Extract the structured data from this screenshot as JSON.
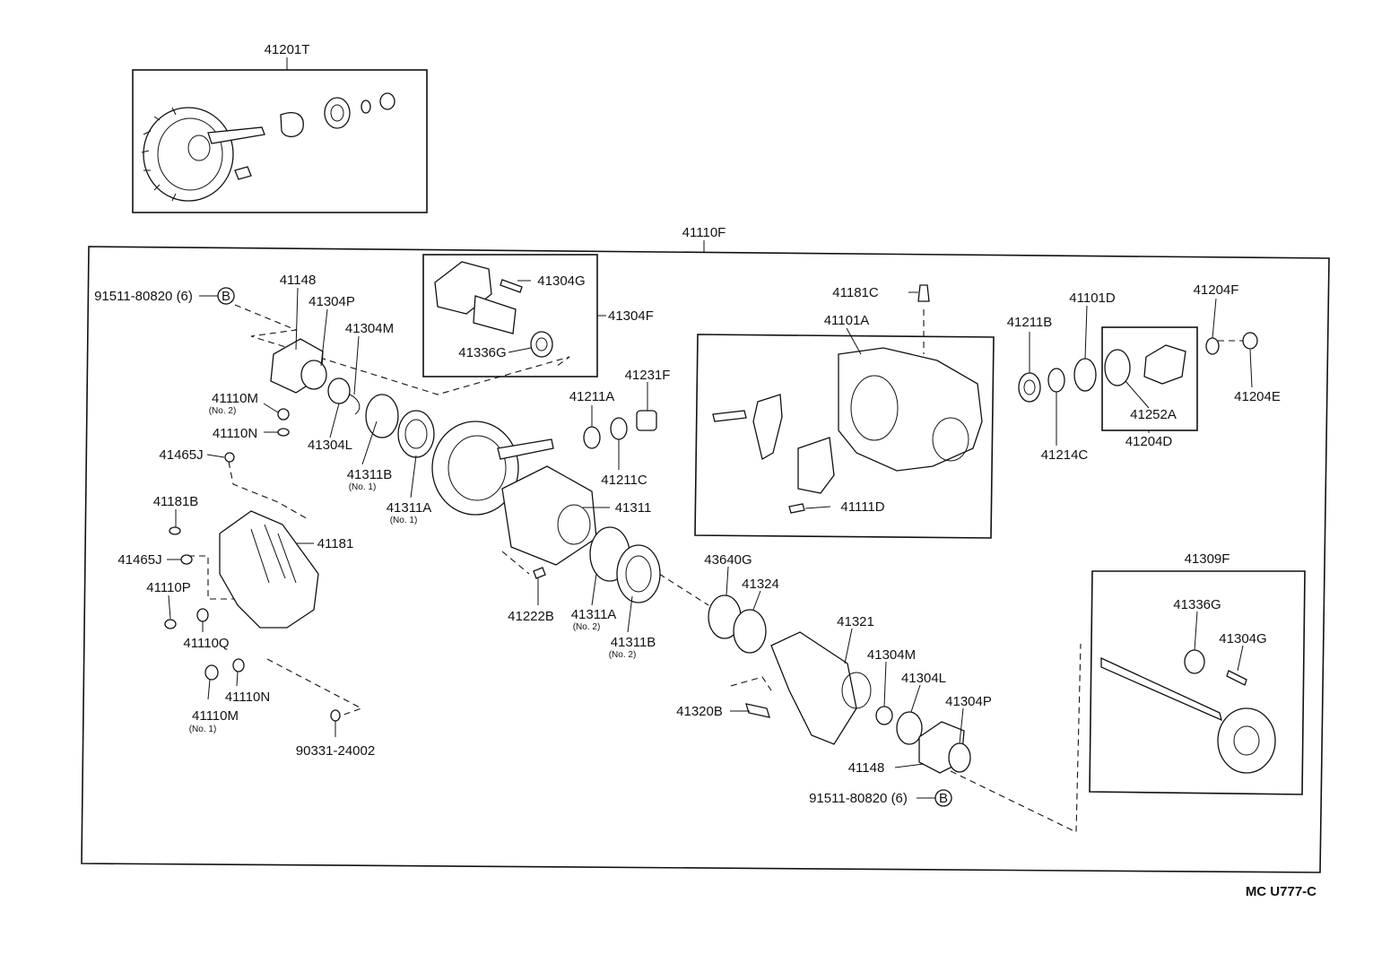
{
  "diagram": {
    "group_codes": {
      "ring_pinion": "41201T",
      "carrier_assembly": "41110F",
      "flange_set": "41304F",
      "housing_set": "41101A",
      "cap_set": "41204D",
      "shaft_set": "41309F"
    },
    "labels": {
      "p41148_top": "41148",
      "p41304P_top": "41304P",
      "p41304M_top": "41304M",
      "p41304L_top": "41304L",
      "p91511_top": "91511-80820 (6)",
      "p41110M_no2": "41110M",
      "p41110M_no2_sub": "(No. 2)",
      "p41110N_top": "41110N",
      "p41465J_top": "41465J",
      "p41181B": "41181B",
      "p41181": "41181",
      "p41465J_mid": "41465J",
      "p41110P": "41110P",
      "p41110Q": "41110Q",
      "p41110N_bot": "41110N",
      "p41110M_no1": "41110M",
      "p41110M_no1_sub": "(No. 1)",
      "p90331": "90331-24002",
      "p41311B_no1": "41311B",
      "p41311B_no1_sub": "(No. 1)",
      "p41311A_no1": "41311A",
      "p41311A_no1_sub": "(No. 1)",
      "p41304G_top": "41304G",
      "p41336G_top": "41336G",
      "p41211A": "41211A",
      "p41231F": "41231F",
      "p41211C": "41211C",
      "p41311": "41311",
      "p41222B": "41222B",
      "p41311A_no2": "41311A",
      "p41311A_no2_sub": "(No. 2)",
      "p41311B_no2": "41311B",
      "p41311B_no2_sub": "(No. 2)",
      "p41181C": "41181C",
      "p41111D": "41111D",
      "p41211B": "41211B",
      "p41101D": "41101D",
      "p41214C": "41214C",
      "p41204F": "41204F",
      "p41204E": "41204E",
      "p41252A": "41252A",
      "p43640G": "43640G",
      "p41324": "41324",
      "p41321": "41321",
      "p41320B": "41320B",
      "p41304M_bot": "41304M",
      "p41304L_bot": "41304L",
      "p41304P_bot": "41304P",
      "p41148_bot": "41148",
      "p91511_bot": "91511-80820 (6)",
      "p41336G_right": "41336G",
      "p41304G_right": "41304G"
    },
    "marker_letter": "B",
    "figure_code": "MC U777-C"
  }
}
